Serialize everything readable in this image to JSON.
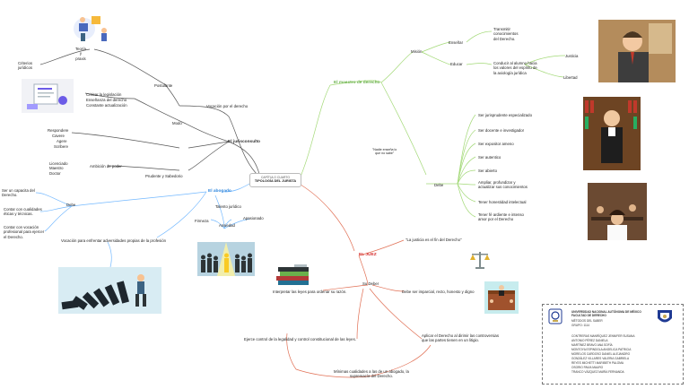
{
  "center": {
    "line1": "CAPÍTULO CUARTO",
    "line2": "TIPOLOGÍA DEL JURISTA"
  },
  "branches": {
    "maestro": {
      "title": "El maestro de derecho",
      "color": "#6ab04c"
    },
    "jurisconsulto": {
      "title": "El jurisconsulto",
      "color": "#333333"
    },
    "abogado": {
      "title": "El abogado",
      "color": "#2e86de"
    },
    "juez": {
      "title": "EL JUEZ",
      "color": "#d63031"
    }
  },
  "jurisconsulto": {
    "postulante": "Postulante",
    "teoria_praxis": "Teoría\ny\npraxis",
    "criterios": "Criterios\njurídicos",
    "vocacion_derecho": "Vocación por el derecho",
    "actividades": [
      "Criticar la legislación",
      "Enseñanza del derecho",
      "Constante actualización"
    ],
    "modo": "Modo",
    "roles": [
      "Respondere",
      "Cavere",
      "Agere",
      "Scribere"
    ],
    "prudente": "Prudente y Sabedorio",
    "ambicion": "Ambición de poder",
    "ambicion_items": "Licenciado\nMaestro\nDoctor"
  },
  "abogado": {
    "debe": "Debe",
    "debe_items": [
      "Ser un capacita del\nDerecho.",
      "Contar con cualidades\néticas y técnicas.",
      "Contar con vocación\nprofesional para ejercer\nel Derecho."
    ],
    "vocacion": "Vocación para enfrentar adversidades propias de la profesión",
    "talento": "Talento jurídico",
    "firmeza": "Firmeza",
    "ansiedad": "Ansiedad",
    "apasionado": "Apasionado"
  },
  "maestro": {
    "mision": "Misión",
    "ensenar": "Enseñar",
    "ensenar_item": "Transmitir\nconocimientos\ndel Derecho.",
    "educar": "Educar",
    "educar_item": "Conducir al alumno hacia\nlos valores del espíritu de\nla axiología jurídica",
    "justicia": "Justicia",
    "libertad": "Libertad",
    "nota": "\"Nadie enseña lo\nque no sabe\"",
    "debe": "Debe",
    "items": [
      "Ser jurisprudente especializado",
      "Ser docente e investigador",
      "Ser expositor ameno",
      "Ser autentico",
      "Ser abierto",
      "Ampliar, profundizar y\nactualizar sus conocimientos",
      "Tener honestidad intelectual",
      "Tener fé ardiente e intenso\namor por el Derecho"
    ]
  },
  "juez": {
    "quote": "\"La justicia es el fin del Derecho\"",
    "su_deber": "Su Deber",
    "interpretar": "Interpretar las leyes para ordenar su razón.",
    "deber_1": "Debe ser imparcial, recto, honesto y digno",
    "deber_2": "Aplicar el Derecho al dirimir las controversias\nque las partes tienen en un litigio.",
    "ejercer": "Ejerce control de la legalidad y control constitucional de las leyes.",
    "minimas": "Mínimas cualidades a las de un abogado, la\nsupremacía del Derecho."
  },
  "card": {
    "title": "UNIVERSIDAD NACIONAL AUTÓNOMA DE MÉXICO\nFACULTAD DE DERECHO",
    "materia": "MÉTODOS DEL SABER",
    "grupo": "GRUPO: 1114",
    "integrantes": [
      "CONTRERAS MANRÍQUEZ JENNIFER SUSANA",
      "ANTONIO PÉREZ DANIELA",
      "MARTÍNEZ BRAVO ANA SOFÍA",
      "MONTOYA ESPINDOLA ANGELICA PATRICIA",
      "MORELOS CARDOSO DANIEL ALEJANDRO",
      "GONZÁLEZ VILLARES VALERIA GABRIELA",
      "REYES MICHETTI MARIBETH PALOMA",
      "OSORIO PAVIA MAURO",
      "TRANCO VÁZQUEZ MARÍA FERNANDA"
    ]
  },
  "icons": [
    "people-puzzle-illustration",
    "document-workspace-illustration",
    "crowd-spotlight-illustration",
    "falling-dominoes-illustration",
    "law-books-icon",
    "scales-of-justice-icon",
    "teacher-portrait",
    "judge-library-portrait",
    "classroom-portrait",
    "courtroom-icon",
    "unam-seal-icon",
    "fd-shield-icon"
  ]
}
